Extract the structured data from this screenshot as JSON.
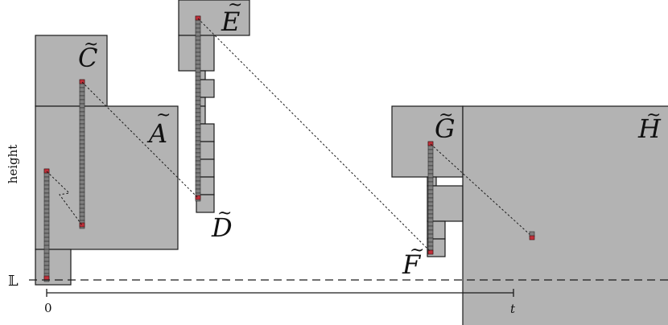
{
  "labels": {
    "A": "A",
    "C": "C",
    "D": "D",
    "E": "E",
    "F": "F",
    "G": "G",
    "H": "H",
    "tilde": "~"
  },
  "axis": {
    "y_label": "height",
    "baseline_label": "𝕃",
    "x_start": "0",
    "x_end": "t"
  },
  "colors": {
    "box_fill": "#b3b3b3",
    "ladder_fill": "#808080",
    "endpoint_fill": "#c0303a"
  }
}
